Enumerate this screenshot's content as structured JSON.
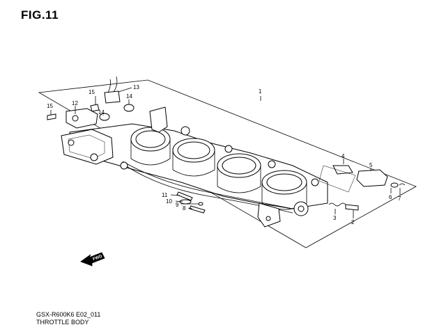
{
  "figure": {
    "title": "FIG.11",
    "model_code": "GSX-R600K6 E02_011",
    "part_name": "THROTTLE BODY"
  },
  "fwd_arrow": {
    "label": "FWD"
  },
  "callouts": {
    "c1": "1",
    "c2": "2",
    "c3": "3",
    "c4": "4",
    "c5": "5",
    "c6": "6",
    "c7": "7",
    "c8": "8",
    "c9": "9",
    "c10": "10",
    "c11": "11",
    "c12": "12",
    "c13": "13",
    "c14a": "14",
    "c14b": "14",
    "c15a": "15",
    "c15b": "15"
  }
}
